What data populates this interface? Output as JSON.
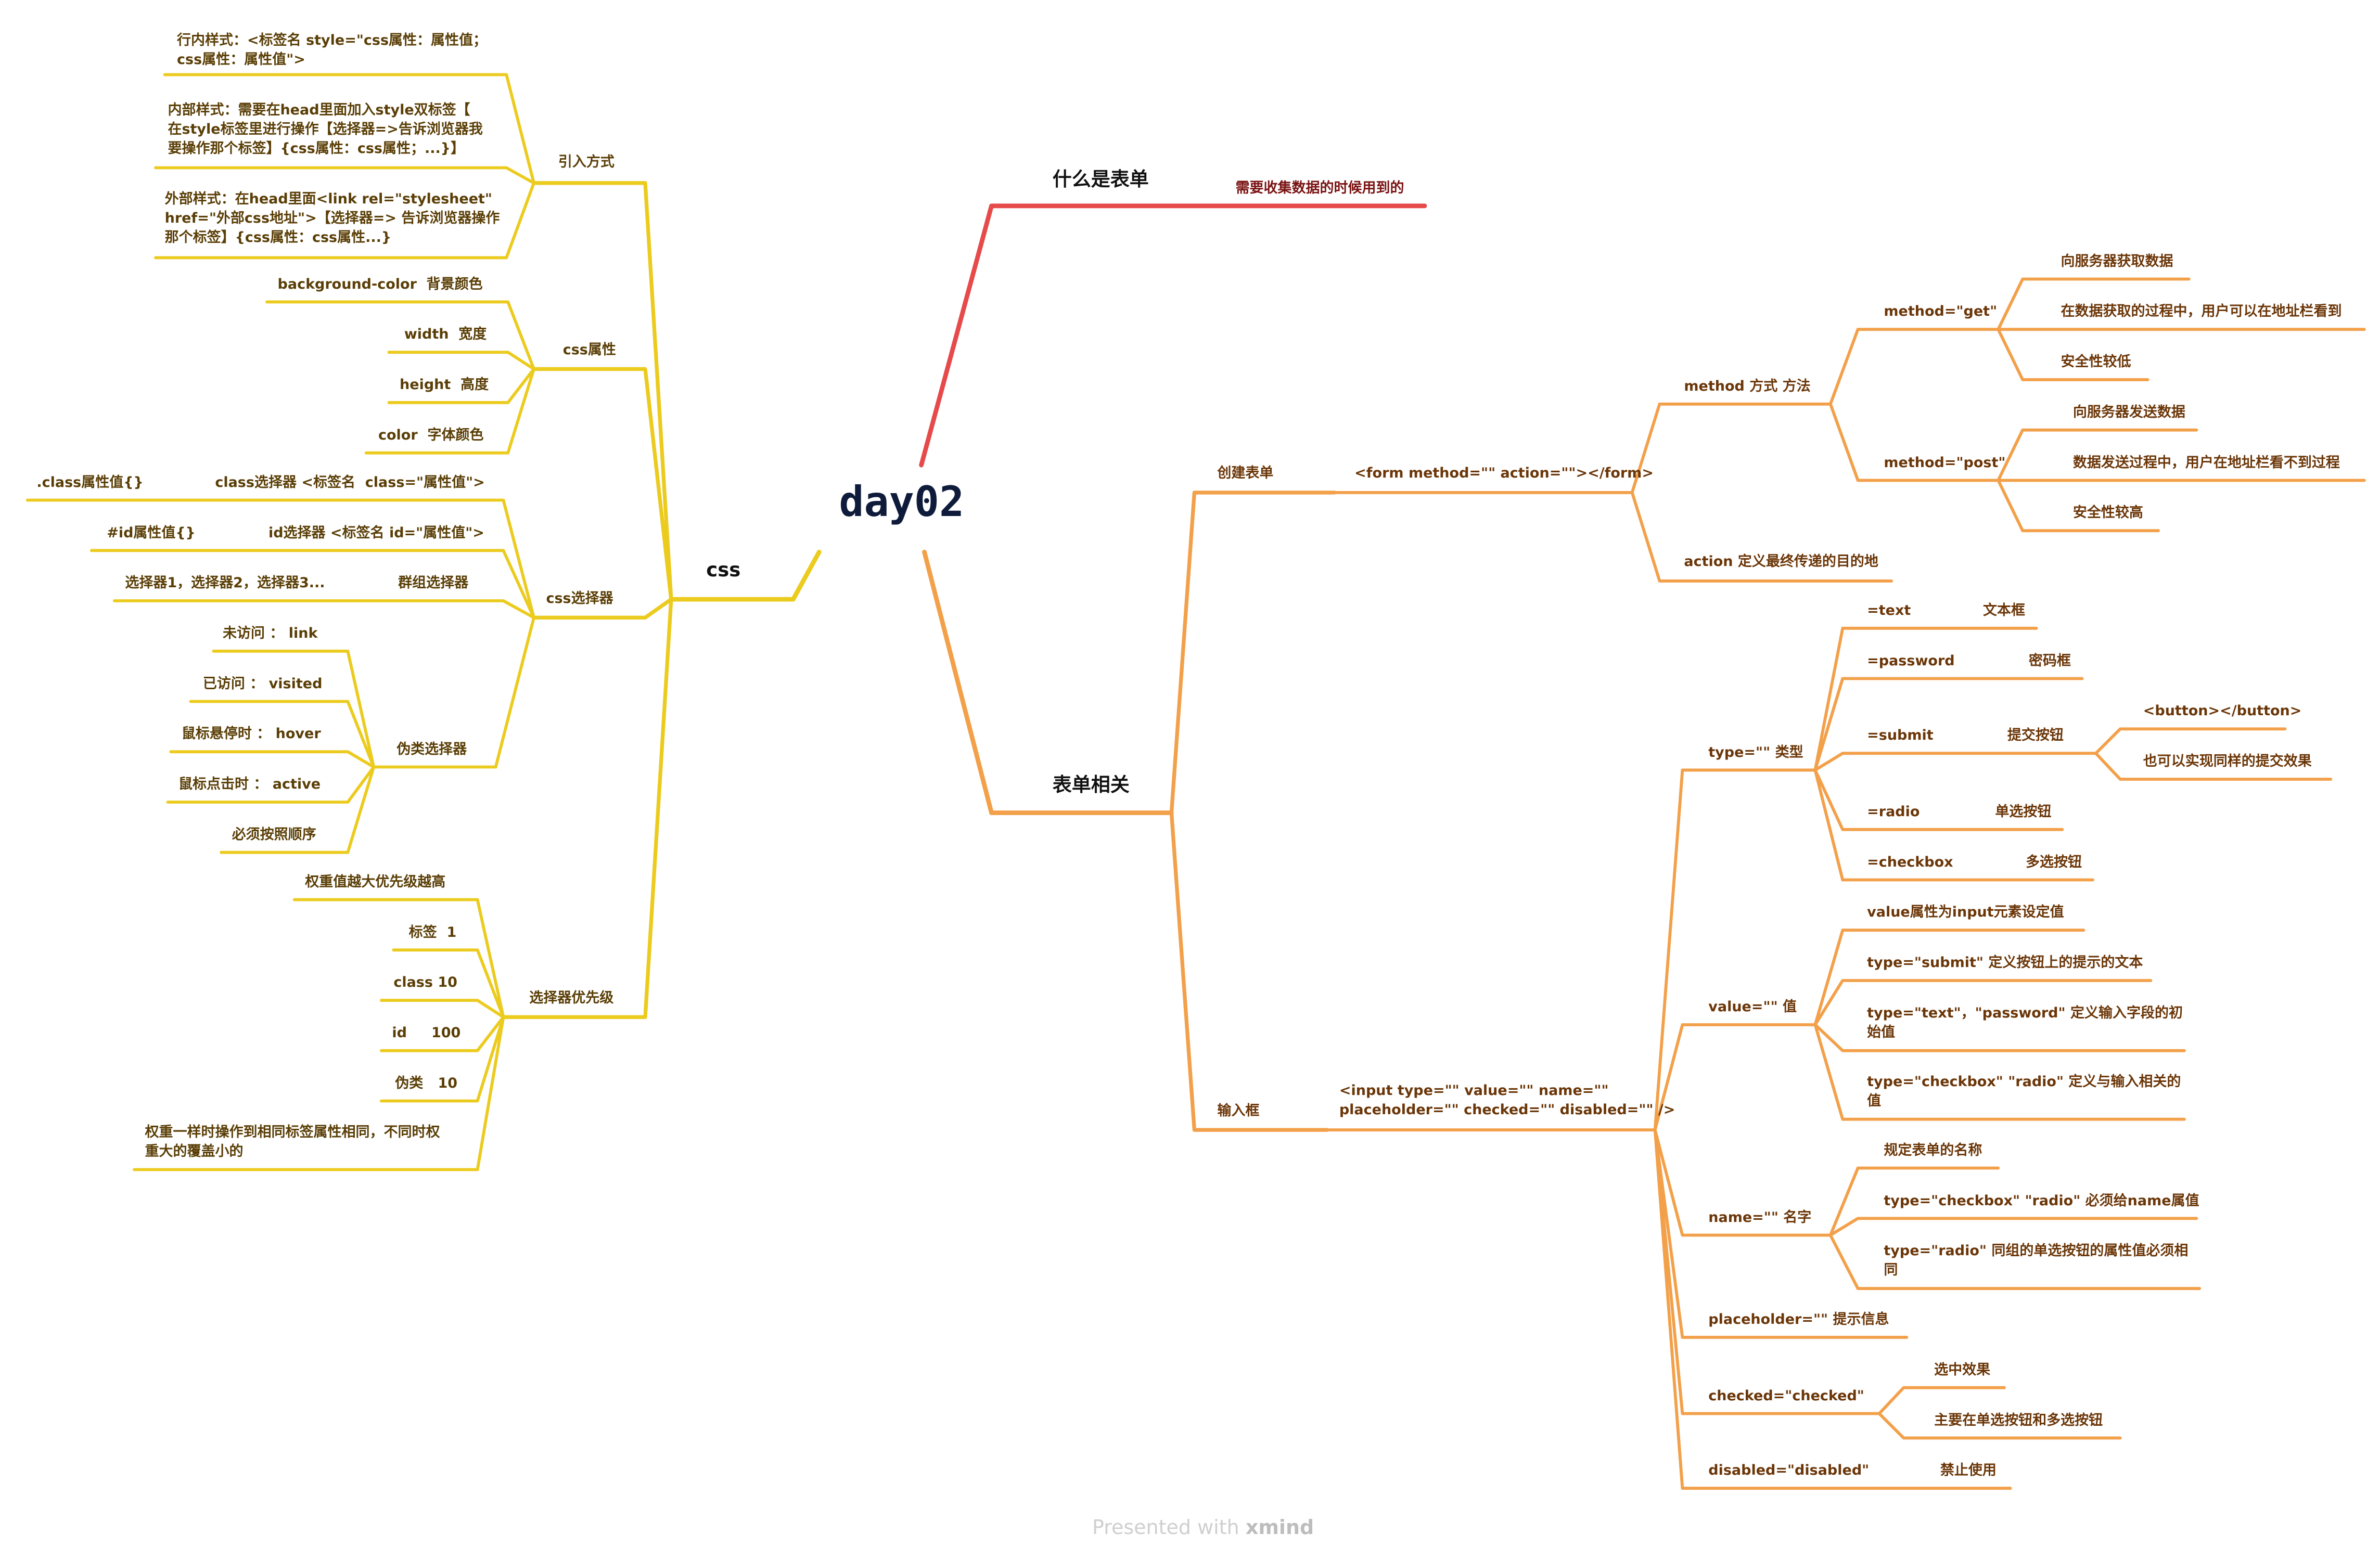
{
  "root": "day02",
  "footer": {
    "prefix": "Presented with",
    "brand": "xmind"
  },
  "colors": {
    "css": "#ECCB1F",
    "form_top": "#E64A4A",
    "form": "#F3A04A"
  },
  "css": {
    "label": "css",
    "yinru": {
      "label": "引入方式",
      "items": [
        "行内样式：<标签名 style=\"css属性：属性值；\ncss属性：属性值\">",
        "内部样式：需要在head里面加入style双标签【\n在style标签里进行操作【选择器=>告诉浏览器我\n要操作那个标签】{css属性：css属性；...}】",
        "外部样式：在head里面<link rel=\"stylesheet\"\nhref=\"外部css地址\">【选择器=> 告诉浏览器操作\n那个标签】{css属性：css属性...}"
      ]
    },
    "shuxing": {
      "label": "css属性",
      "items": [
        "background-color  背景颜色",
        "width  宽度",
        "height  高度",
        "color  字体颜色"
      ]
    },
    "xuanzeqi": {
      "label": "css选择器",
      "class_sel": "class选择器 <标签名  class=\"属性值\">",
      "class_val": ".class属性值{}",
      "id_sel": "id选择器 <标签名 id=\"属性值\">",
      "id_val": "#id属性值{}",
      "group_sel": "群组选择器",
      "group_val": "选择器1，选择器2，选择器3...",
      "pseudo": {
        "label": "伪类选择器",
        "items": [
          "未访问 ： link",
          "已访问 ： visited",
          "鼠标悬停时 ： hover",
          "鼠标点击时 ： active",
          "必须按照顺序"
        ]
      }
    },
    "youxianji": {
      "label": "选择器优先级",
      "items": [
        "权重值越大优先级越高",
        "标签  1",
        "class 10",
        "id     100",
        "伪类   10",
        "权重一样时操作到相同标签属性相同，不同时权\n重大的覆盖小的"
      ]
    }
  },
  "form_what": {
    "label": "什么是表单",
    "desc": "需要收集数据的时候用到的"
  },
  "form_related": {
    "label": "表单相关",
    "create": {
      "label": "创建表单",
      "tag": "<form method=\"\" action=\"\"></form>",
      "method": {
        "label": "method 方式 方法",
        "get": {
          "label": "method=\"get\"",
          "items": [
            "向服务器获取数据",
            "在数据获取的过程中，用户可以在地址栏看到",
            "安全性较低"
          ]
        },
        "post": {
          "label": "method=\"post\"",
          "items": [
            "向服务器发送数据",
            "数据发送过程中，用户在地址栏看不到过程",
            "安全性较高"
          ]
        }
      },
      "action": "action 定义最终传递的目的地"
    },
    "input": {
      "label": "输入框",
      "tag": "<input type=\"\" value=\"\" name=\"\"\nplaceholder=\"\" checked=\"\" disabled=\"\" />",
      "type": {
        "label": "type=\"\" 类型",
        "text": {
          "k": "=text",
          "v": "文本框"
        },
        "password": {
          "k": "=password",
          "v": "密码框"
        },
        "submit": {
          "k": "=submit",
          "v": "提交按钮",
          "items": [
            "<button></button>",
            "也可以实现同样的提交效果"
          ]
        },
        "radio": {
          "k": "=radio",
          "v": "单选按钮"
        },
        "checkbox": {
          "k": "=checkbox",
          "v": "多选按钮"
        }
      },
      "value": {
        "label": "value=\"\" 值",
        "items": [
          "value属性为input元素设定值",
          "type=\"submit\" 定义按钮上的提示的文本",
          "type=\"text\"，\"password\" 定义输入字段的初\n始值",
          "type=\"checkbox\" \"radio\" 定义与输入相关的\n值"
        ]
      },
      "name": {
        "label": "name=\"\" 名字",
        "items": [
          "规定表单的名称",
          "type=\"checkbox\" \"radio\" 必须给name属值",
          "type=\"radio\" 同组的单选按钮的属性值必须相\n同"
        ]
      },
      "placeholder": "placeholder=\"\" 提示信息",
      "checked": {
        "label": "checked=\"checked\"",
        "items": [
          "选中效果",
          "主要在单选按钮和多选按钮"
        ]
      },
      "disabled": {
        "label": "disabled=\"disabled\"",
        "desc": "禁止使用"
      }
    }
  }
}
